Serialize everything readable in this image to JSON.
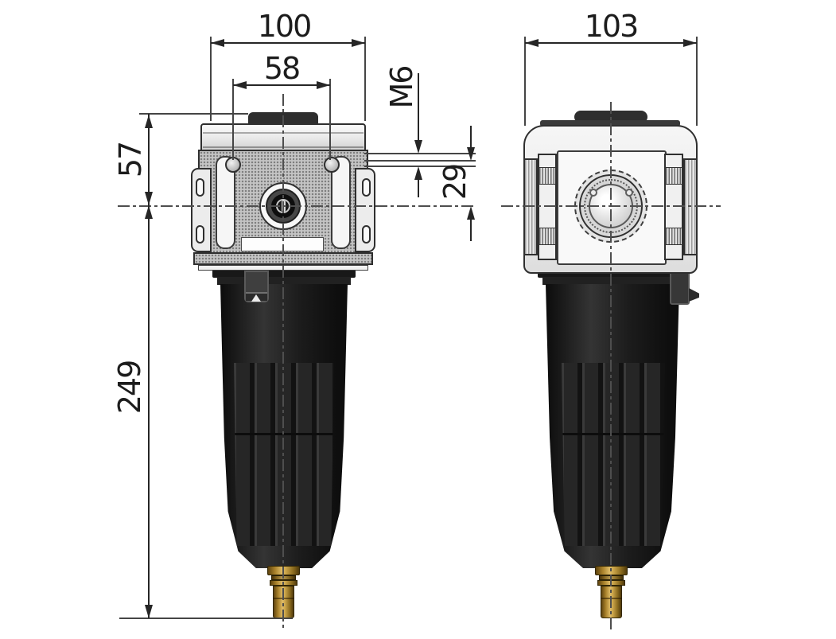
{
  "drawing": {
    "type": "technical-dimension-drawing",
    "subject": "compressed-air-filter-two-views",
    "front_view": {
      "head_width": "100",
      "mount_hole_spacing": "58",
      "mount_thread": "M6",
      "hole_to_port_axis": "29",
      "head_height": "57",
      "bowl_length": "249"
    },
    "side_view": {
      "head_depth": "103"
    },
    "colors": {
      "line": "#262626",
      "bowl_black": "#1a1a1a",
      "metal_light": "#e9e9e9",
      "brass_drain": "#b58c2e",
      "background": "#ffffff"
    }
  }
}
